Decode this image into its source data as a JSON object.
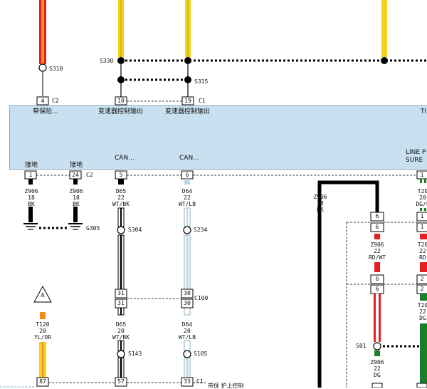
{
  "module": {
    "top_labels": [
      "带保险...",
      "变速器控制输出",
      "变速器控制输出",
      "TI"
    ],
    "bottom_labels": [
      "接地",
      "接地",
      "CAN...",
      "CAN...",
      "LINE P",
      "SURE"
    ]
  },
  "connectors": {
    "c2_top": "C2",
    "c1_top": "C1",
    "c2_bottom": "C2",
    "c100": "C100",
    "c1_bottom": "C1"
  },
  "pins": {
    "top": [
      "4",
      "10",
      "19"
    ],
    "bottom": [
      "1",
      "24",
      "5",
      "6",
      "1"
    ],
    "mid_right": [
      "6",
      "1"
    ],
    "c100": [
      "31",
      "31",
      "30",
      "30"
    ],
    "right_low": [
      "6",
      "6",
      "2",
      "2"
    ],
    "bottom_row": [
      "87",
      "57",
      "33"
    ]
  },
  "splices": {
    "s310": "S310",
    "s330": "S330",
    "s315": "S315",
    "s304": "S304",
    "s234": "S234",
    "s143": "S143",
    "s105": "S105",
    "s01": "S01",
    "g305": "G305"
  },
  "wires": {
    "w1": "Z906\n18\nBK",
    "w2": "Z906\n18\nBK",
    "w3": "D65\n22\nWT/BK",
    "w4": "D64\n22\nWT/LB",
    "w5": "Z906\n18\nBK",
    "w6": "T20\n20\nDG/L",
    "w7": "Z906\n22\nRD/WT",
    "w8": "T20\n22\nRD",
    "w9": "T20\n22\nDG",
    "w10": "D65\n20\nWT/BK",
    "w11": "D64\n20\nWT/LB",
    "w12": "T120\n20\nYL/OR",
    "w13": "Z906\n22\nDG"
  },
  "triangle": "A",
  "bottom_text": "带保 护上控制",
  "colors": {
    "module_fill": "#c8e0ef",
    "red": "#e41f1f",
    "orange": "#f28c1c",
    "yellow": "#f4d21b",
    "lightblue": "#b8d8e6",
    "green": "#1b7f2a",
    "black": "#000000"
  }
}
